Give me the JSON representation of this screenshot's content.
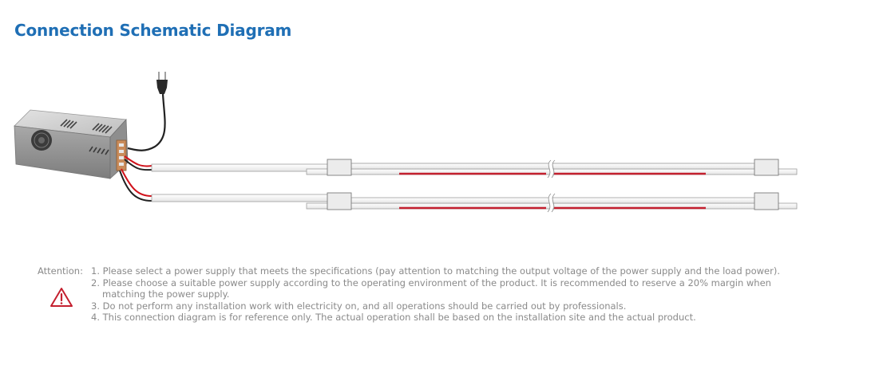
{
  "header": {
    "title": "Connection Schematic Diagram"
  },
  "attention": {
    "label": "Attention:",
    "items": [
      "1.  Please select a power supply that meets the specifications (pay attention to matching the output voltage of the power supply and the load power).",
      "2. Please choose a suitable power supply according to the operating environment of the product. It is recommended to reserve a 20% margin when",
      "matching the power supply.",
      "3. Do not perform any installation work with electricity on, and all operations should be carried out by professionals.",
      "4. This connection diagram is for reference only. The actual operation shall be based on the installation site and the actual product."
    ]
  },
  "icons": {
    "warning": "warning-triangle-icon",
    "plug": "power-plug-icon",
    "psu": "power-supply-unit"
  },
  "colors": {
    "title": "#1f6fb5",
    "led": "#c4202f",
    "wire_red": "#d0121b",
    "wire_black": "#222222",
    "text": "#8a8a8a"
  }
}
